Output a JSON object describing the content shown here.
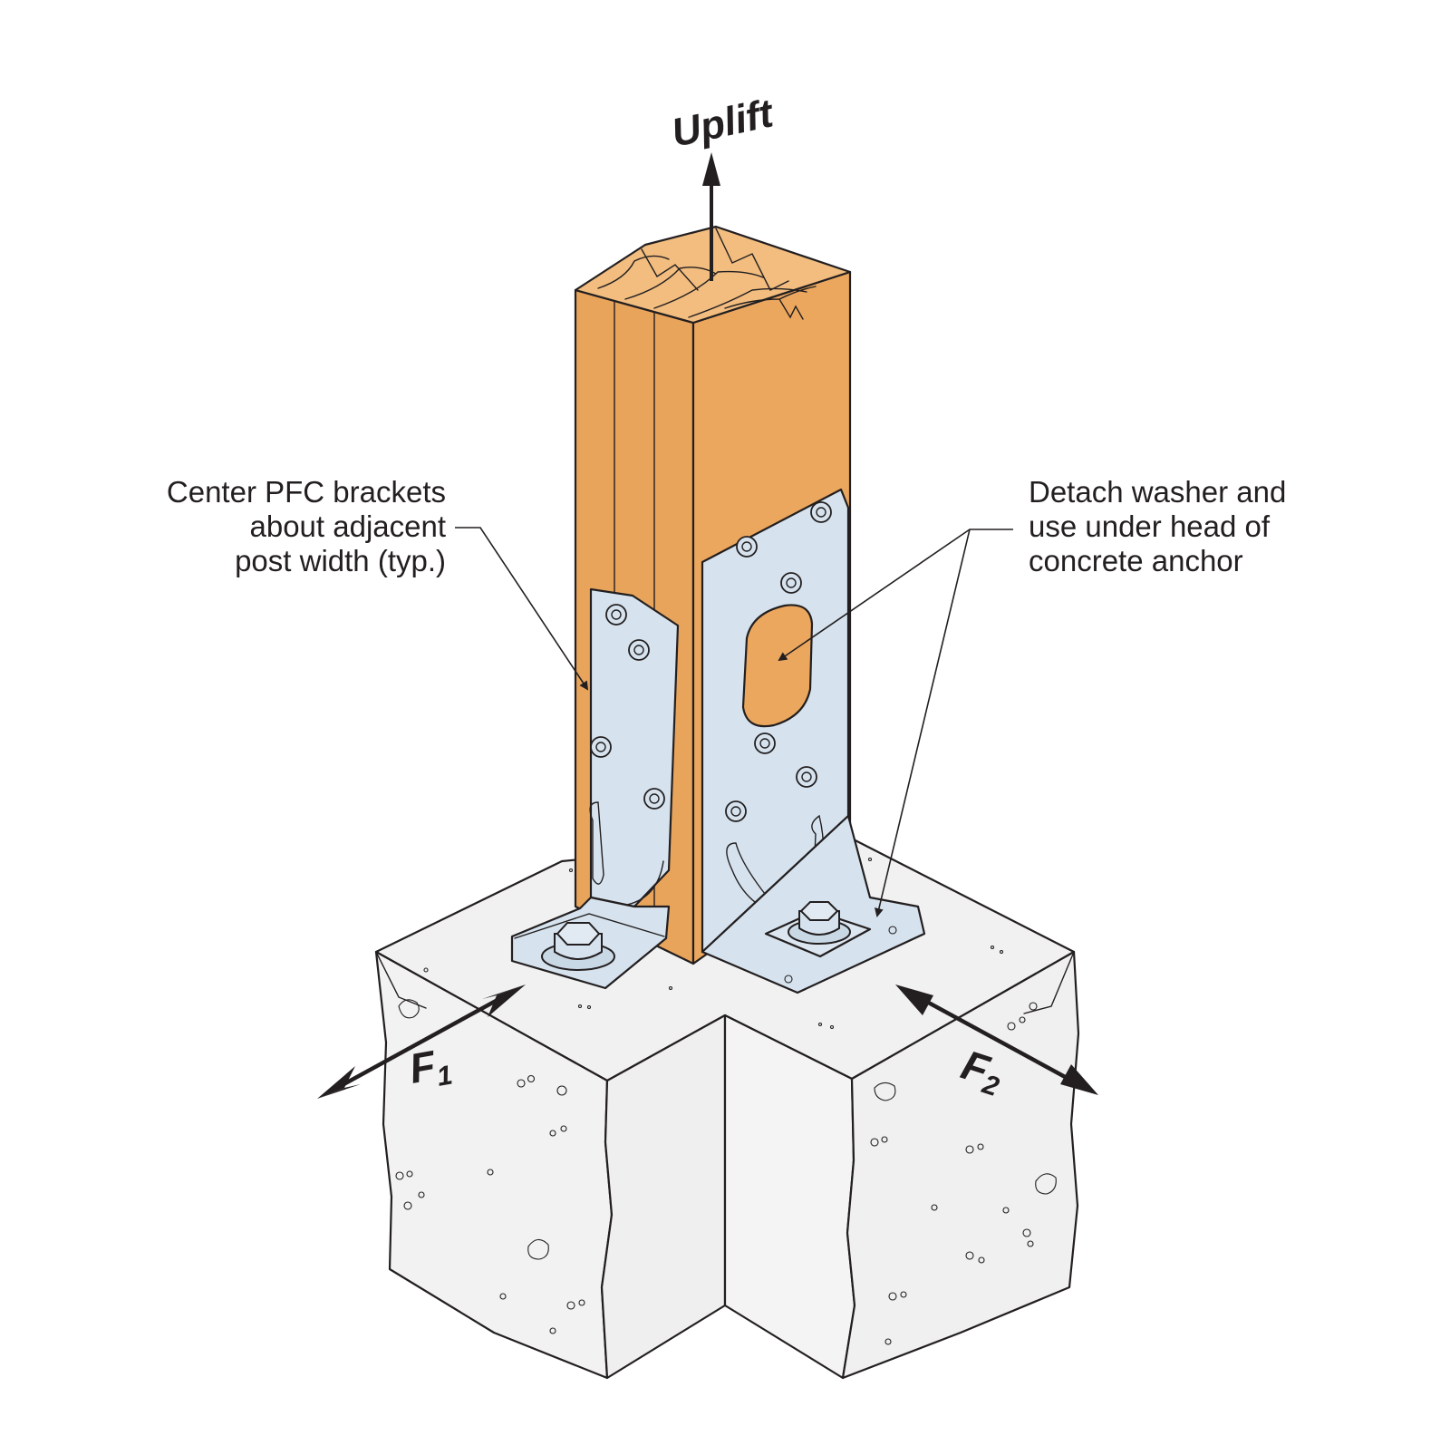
{
  "labels": {
    "uplift": "Uplift",
    "left_callout": [
      "Center PFC brackets",
      "about adjacent",
      "post width (typ.)"
    ],
    "right_callout": [
      "Detach washer and",
      "use under head of",
      "concrete anchor"
    ],
    "force_1": {
      "letter": "F",
      "subscript": "1"
    },
    "force_2": {
      "letter": "F",
      "subscript": "2"
    }
  },
  "colors": {
    "wood": "#eca75e",
    "wood_end_grain": "#f2bd7f",
    "steel": "#d6e3ee",
    "steel_shade": "#bccfde",
    "concrete": "#f1f1f1",
    "ink": "#231f20"
  },
  "icons": {
    "arrow": "arrow-icon",
    "double_arrow": "double-arrow-icon",
    "bolt": "bolt-icon",
    "screw": "screw-icon"
  }
}
